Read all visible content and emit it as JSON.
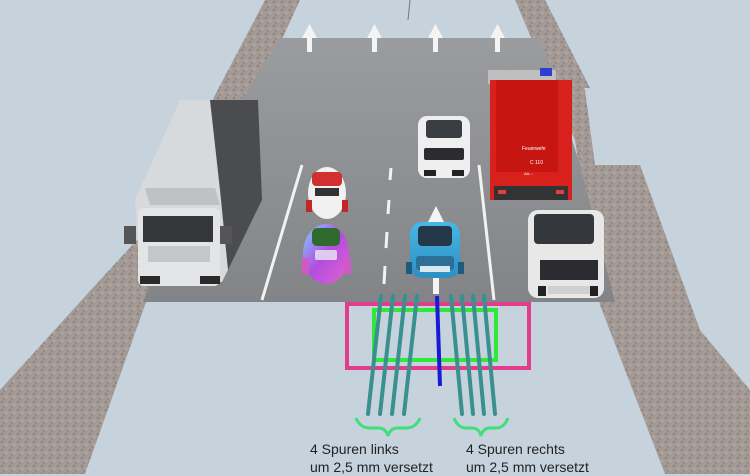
{
  "captions": {
    "left": {
      "line1": "4 Spuren links",
      "line2": "um 2,5 mm versetzt"
    },
    "right": {
      "line1": "4 Spuren rechts",
      "line2": "um 2,5 mm versetzt"
    }
  },
  "truck_labels": {
    "brand": "Feuerwehr",
    "number": "C 110",
    "plate": "AA-·-"
  },
  "colors": {
    "road": "#8b8d90",
    "sidewalk": "#a39a96",
    "ground": "#c6d3dd",
    "pink_box": "#e23c8c",
    "green_box": "#2ee83a",
    "blue_line": "#1a1ad6",
    "track_lines": "#3a8f8f",
    "bracket": "#3fe07a",
    "fire_truck": "#d8201c"
  }
}
